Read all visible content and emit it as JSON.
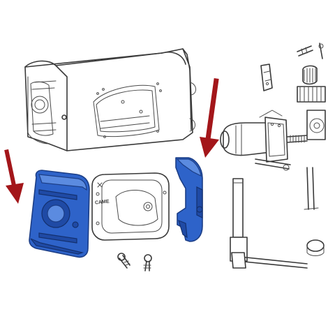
{
  "diagram": {
    "brand_logo_text": "CAME",
    "colors": {
      "highlight": "#2e63c9",
      "arrow": "#a3161a",
      "line": "#3a3a3a"
    },
    "highlighted_parts": [
      "front-cover",
      "side-cover"
    ],
    "arrows": [
      "arrow-to-front-cover",
      "arrow-to-side-cover"
    ]
  }
}
